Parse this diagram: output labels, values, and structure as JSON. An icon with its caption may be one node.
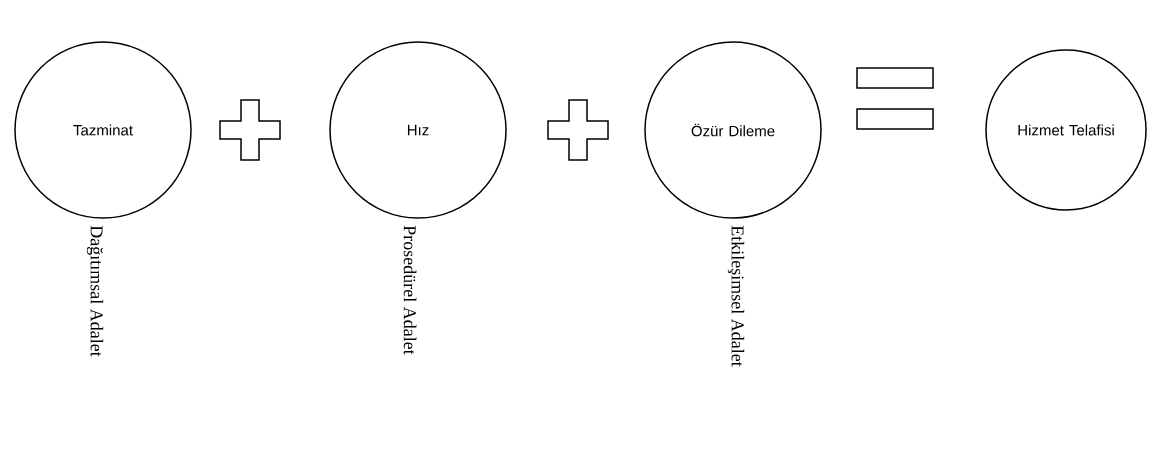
{
  "diagram": {
    "nodes": [
      {
        "text": [
          "Tazminat"
        ],
        "beside": [
          "Dağıtımsal Adalet"
        ]
      },
      {
        "text": [
          "Hız"
        ],
        "beside": [
          "Prosedürel Adalet"
        ]
      },
      {
        "text": [
          "Özür Dileme"
        ],
        "beside": [
          "Etkileşimsel Adalet"
        ]
      },
      {
        "text": [
          "Hizmet Telafisi"
        ]
      }
    ]
  }
}
